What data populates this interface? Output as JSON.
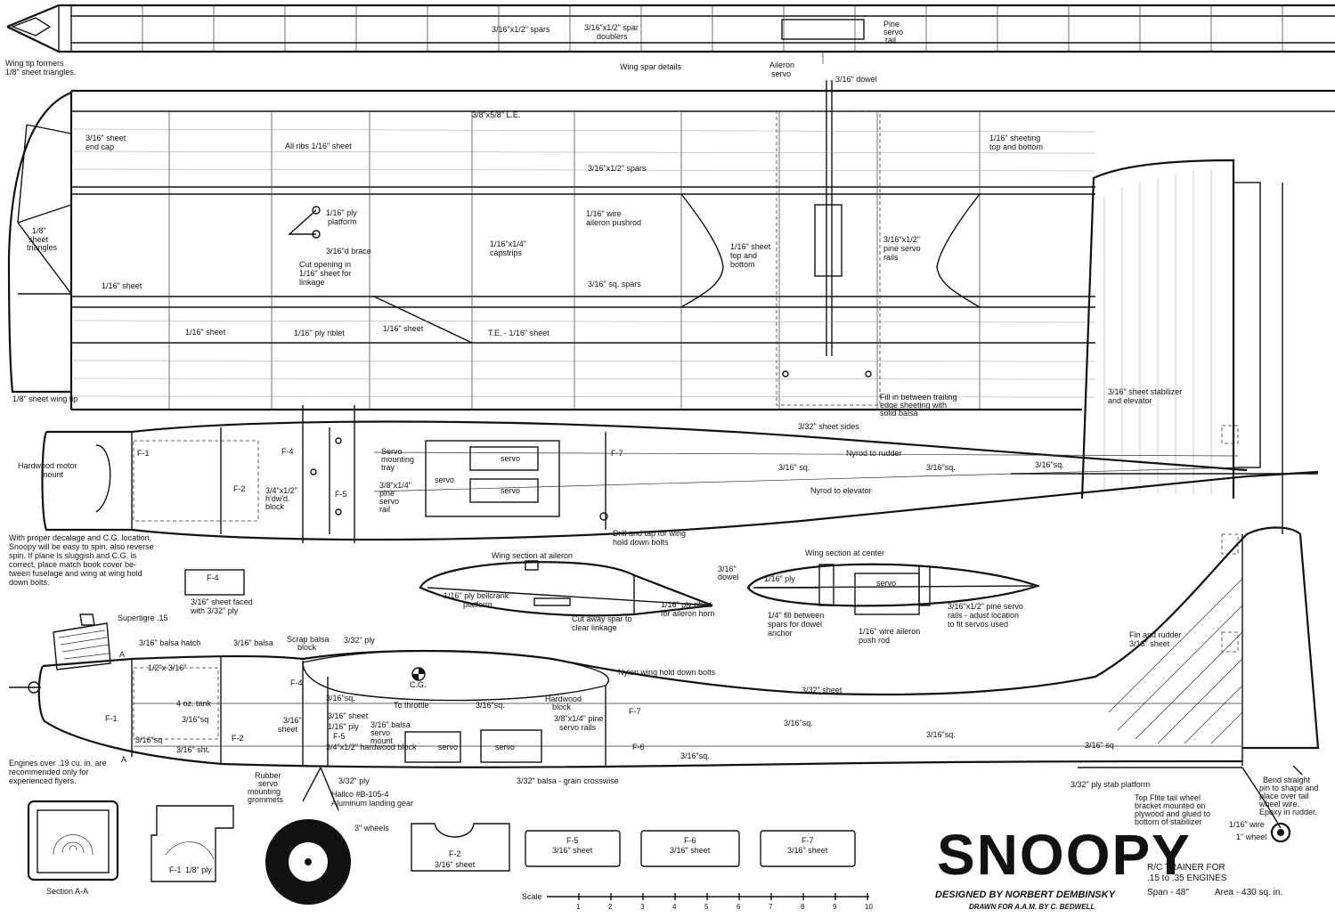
{
  "wing_spar_details": {
    "wing_tip_formers": "Wing tip formers",
    "sheet_triangles": "1/8\" sheet triangles.",
    "spars": "3/16\"x1/2\" spars",
    "spar_doublers_1": "3/16\"x1/2\" spar",
    "spar_doublers_2": "doublers",
    "pine_servo_rail_1": "Pine",
    "pine_servo_rail_2": "servo",
    "pine_servo_rail_3": "rail",
    "caption": "Wing spar details",
    "aileron_servo_1": "Aileron",
    "aileron_servo_2": "servo"
  },
  "wing_plan": {
    "dowel": "3/16\" dowel",
    "end_cap_1": "3/16\" sheet",
    "end_cap_2": "end cap",
    "all_ribs": "All ribs 1/16\" sheet",
    "le": "3/8\"x5/8\" L.E.",
    "sheeting_1": "1/16\" sheeting",
    "sheeting_2": "top and bottom",
    "spars": "3/16\"x1/2\" spars",
    "triangles_1": "1/8\"",
    "triangles_2": "sheet",
    "triangles_3": "triangles",
    "ply_platform_1": "1/16\" ply",
    "ply_platform_2": "platform",
    "wire_pushrod_1": "1/16\" wire",
    "wire_pushrod_2": "aileron pushrod",
    "brace": "3/16\"d brace",
    "capstrips_1": "1/16\"x1/4\"",
    "capstrips_2": "capstrips",
    "sheet_top_bottom_1": "1/16\" sheet",
    "sheet_top_bottom_2": "top and",
    "sheet_top_bottom_3": "bottom",
    "pine_servo_rails_1": "3/16\"x1/2\"",
    "pine_servo_rails_2": "pine servo",
    "pine_servo_rails_3": "rails",
    "cut_opening_1": "Cut opening in",
    "cut_opening_2": "1/16\" sheet for",
    "cut_opening_3": "linkage",
    "sq_spars": "3/16\" sq. spars",
    "sheet_1": "1/16\" sheet",
    "sheet_2": "1/16\" sheet",
    "ply_riblet": "1/16\" ply riblet",
    "sheet_3": "1/16\" sheet",
    "te": "T.E. - 1/16\" sheet",
    "wing_tip": "1/8\" sheet wing tip",
    "fill_1": "Fill in between trailing",
    "fill_2": "edge sheeting with",
    "fill_3": "solid balsa",
    "stab_1": "3/16\" sheet stabilizer",
    "stab_2": "and elevator"
  },
  "fuselage_top": {
    "sides": "3/32\" sheet sides",
    "f1": "F-1",
    "motor_mount_1": "Hardwood motor",
    "motor_mount_2": "mount",
    "f2": "F-2",
    "f4": "F-4",
    "block_1": "3/4\"x1/2\"",
    "block_2": "h'dw'd.",
    "block_3": "block",
    "f5": "F-5",
    "servo_tray_1": "Servo",
    "servo_tray_2": "mounting",
    "servo_tray_3": "tray",
    "pine_rail_1": "3/8\"x1/4\"",
    "pine_rail_2": "pine",
    "pine_rail_3": "servo",
    "pine_rail_4": "rail",
    "servo_a": "servo",
    "servo_b": "servo",
    "servo_c": "servo",
    "f7": "F-7",
    "sq_1": "3/16\" sq.",
    "sq_2": "3/16\"sq.",
    "sq_3": "3/16\"sq.",
    "nyrod_rudder": "Nyrod to rudder",
    "nyrod_elevator": "Nyrod to elevator",
    "drill_1": "Drill and tap for wing",
    "drill_2": "hold down bolts"
  },
  "notes": {
    "cg_1": "With proper decalage and C.G. location,",
    "cg_2": "Snoopy will be easy to spin, also reverse",
    "cg_3": "spin. If plane is sluggish and C.G. is",
    "cg_4": "correct, place match book cover be-",
    "cg_5": "tween fuselage and wing at wing hold",
    "cg_6": "down bolts.",
    "f4_label": "F-4",
    "f4_1": "3/16\" sheet faced",
    "f4_2": "with 3/32\" ply",
    "engines_1": "Engines over .19 cu. in. are",
    "engines_2": "recommended only for",
    "engines_3": "experienced flyers."
  },
  "wing_sections": {
    "aileron_title": "Wing section at aileron",
    "bellcrank_1": "1/16\" ply bellcrank",
    "bellcrank_2": "platform",
    "riblet_1": "1/16\" ply riblet",
    "riblet_2": "for aileron horn",
    "cut_spar_1": "Cut away spar to",
    "cut_spar_2": "clear linkage",
    "center_title": "Wing section at center",
    "dowel_1": "3/16\"",
    "dowel_2": "dowel",
    "ply": "1/16\" ply",
    "servo": "servo",
    "fill_1": "1/4\" fill between",
    "fill_2": "spars for dowel",
    "fill_3": "anchor",
    "push_1": "1/16\" wire aileron",
    "push_2": "push rod",
    "rails_1": "3/16\"x1/2\" pine servo",
    "rails_2": "rails - adust location",
    "rails_3": "to fit servos used"
  },
  "side_view": {
    "engine": "Supertigre .15",
    "hatch": "3/16\" balsa hatch",
    "balsa": "3/16\" balsa",
    "scrap_1": "Scrap balsa",
    "scrap_2": "block",
    "ply_1": "3/32\" ply",
    "a_top": "A",
    "a_bottom": "A",
    "tank_1": "1/2\"x 3/16\"",
    "tank_2": "4 oz. tank",
    "sq_a": "3/16\"sq",
    "sq_b": "3/16\"sq",
    "sq_c": "3/16\"sq.",
    "sq_d": "3/16\"sq.",
    "sq_e": "3/16\"sq.",
    "sq_f": "3/16\"sq.",
    "sq_g": "3/16\"sq.",
    "sq_h": "3/16\" sq",
    "f1": "F-1",
    "f2": "F-2",
    "f4": "F-4",
    "f5": "F-5",
    "f6": "F-6",
    "f7": "F-7",
    "sht": "3/16\" sht.",
    "sheet_1": "3/16\"",
    "sheet_2": "sheet",
    "sheet_3": "3/16\" sheet",
    "ply_16": "1/16\" ply",
    "hw_block": "3/4\"x1/2\" hardwood block",
    "servo_mount_1": "3/16\" balsa",
    "servo_mount_2": "servo",
    "servo_mount_3": "mount",
    "servo_1": "servo",
    "servo_2": "servo",
    "throttle": "To throttle",
    "hardwood_1": "Hardwood",
    "hardwood_2": "block",
    "pine_rails_1": "3/8\"x1/4\" pine",
    "pine_rails_2": "servo rails",
    "cg": "C.G.",
    "nylon": "Nylon wing hold down bolts",
    "sheet_top": "3/32\" sheet",
    "fin_1": "Fin and rudder",
    "fin_2": "3/16\" sheet",
    "balsa_cross": "3/32\" balsa - grain crosswise",
    "ply_bottom": "3/32\" ply",
    "grommets_1": "Rubber",
    "grommets_2": "servo",
    "grommets_3": "mounting",
    "grommets_4": "grommets",
    "gear_1": "Hallco #B-105-4",
    "gear_2": "Aluminum landing gear",
    "stab_platform": "3/32\" ply stab platform",
    "tail_wheel_1": "Top Flite tail wheel",
    "tail_wheel_2": "bracket mounted on",
    "tail_wheel_3": "plywood and glued to",
    "tail_wheel_4": "bottom of stabilizer",
    "bend_1": "Bend straight",
    "bend_2": "pin to shape and",
    "bend_3": "place over tail",
    "bend_4": "wheel wire.",
    "bend_5": "Epoxy in rudder.",
    "wire": "1/16\" wire",
    "wheel_small": "1\" wheel"
  },
  "parts": {
    "section_aa": "Section A-A",
    "f1": "F-1",
    "f1_ply": "1/8\" ply",
    "wheels": "3\" wheels",
    "f2": "F-2",
    "f2_sheet": "3/16\" sheet",
    "f5": "F-5",
    "f5_sheet": "3/16\" sheet",
    "f6": "F-6",
    "f6_sheet": "3/16\" sheet",
    "f7": "F-7",
    "f7_sheet": "3/16\" sheet"
  },
  "scale": {
    "label": "Scale",
    "ticks": [
      "1",
      "2",
      "3",
      "4",
      "5",
      "6",
      "7",
      "8",
      "9",
      "10"
    ]
  },
  "title_block": {
    "title": "SNOOPY",
    "designer": "DESIGNED BY NORBERT DEMBINSKY",
    "drawn": "DRAWN FOR A.A.M. BY C. BEDWELL",
    "sub_1": "R/C TRAINER FOR",
    "sub_2": ".15 to .35 ENGINES",
    "span": "Span - 48\"",
    "area": "Area - 430 sq. in."
  }
}
